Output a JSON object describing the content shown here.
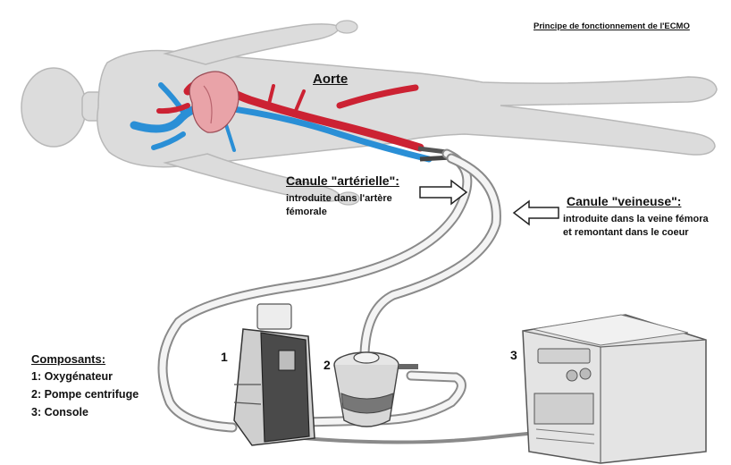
{
  "figure": {
    "title": "Principe de fonctionnement de l'ECMO",
    "aorta_label": "Aorte",
    "arterial_cannula": {
      "heading": "Canule \"artérielle\":",
      "lines": [
        "introduite dans l'artère",
        "fémorale"
      ]
    },
    "venous_cannula": {
      "heading": "Canule \"veineuse\":",
      "lines": [
        "introduite dans la veine fémora",
        "et remontant dans le coeur"
      ]
    },
    "numbers": [
      "1",
      "2",
      "3"
    ],
    "components": {
      "heading": "Composants:",
      "items": [
        "1: Oxygénateur",
        "2: Pompe centrifuge",
        "3: Console"
      ]
    }
  },
  "colors": {
    "body": "#dcdcdc",
    "body_outline": "#b8b8b8",
    "artery": "#cc2233",
    "vein": "#2a8fd6",
    "heart": "#e9a3a8",
    "tubing": "#8a8a8a",
    "console": "#e4e4e4"
  }
}
